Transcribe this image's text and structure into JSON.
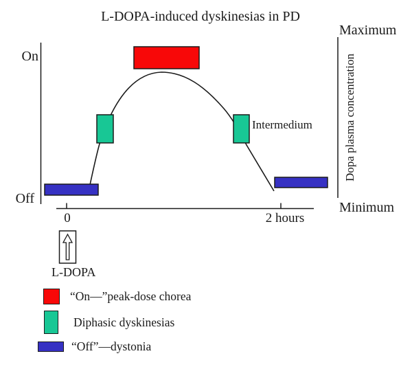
{
  "figure": {
    "title": "L-DOPA-induced dyskinesias in PD",
    "left_axis": {
      "top": "On",
      "bottom": "Off"
    },
    "right_axis": {
      "top": "Maximum",
      "bottom": "Minimum",
      "label": "Dopa plasma concentration"
    },
    "x_axis": {
      "start_tick": "0",
      "end_tick": "2 hours"
    },
    "annotations": {
      "intermedium": "Intermedium",
      "dose": "L-DOPA"
    },
    "icons": {
      "dose_arrow": "up-arrow-icon"
    },
    "colors": {
      "peak_dose_red": "#f80808",
      "diphasic_green": "#18c795",
      "off_dystonia_blue": "#3631c3",
      "line": "#1a1a1a"
    },
    "legend": [
      {
        "label": "“On—”peak-dose chorea",
        "color": "#f80808",
        "swatch": "square"
      },
      {
        "label": "Diphasic dyskinesias",
        "color": "#18c795",
        "swatch": "tall-rect"
      },
      {
        "label": "“Off”—dystonia",
        "color": "#3631c3",
        "swatch": "wide-rect"
      }
    ]
  },
  "chart_data": {
    "type": "line",
    "title": "L-DOPA-induced dyskinesias in PD",
    "xlabel": "hours",
    "ylabel": "Dopa plasma concentration",
    "x_ticks": [
      "0",
      "2 hours"
    ],
    "y_ticks_left": [
      "Off",
      "On"
    ],
    "y_ticks_right": [
      "Minimum",
      "Maximum"
    ],
    "series": [
      {
        "name": "Dopa plasma concentration",
        "x_norm": [
          0.0,
          0.05,
          0.12,
          0.25,
          0.42,
          0.58,
          0.72,
          0.82,
          0.92
        ],
        "y_norm": [
          0.12,
          0.3,
          0.55,
          0.88,
          1.0,
          0.88,
          0.55,
          0.3,
          0.08
        ]
      }
    ],
    "zones": [
      {
        "label": "“On—”peak-dose chorea",
        "position": "peak of curve",
        "color": "#f80808"
      },
      {
        "label": "Diphasic dyskinesias",
        "position": "rising and falling limbs (Intermedium)",
        "color": "#18c795"
      },
      {
        "label": "“Off”—dystonia",
        "position": "baseline before and after dose",
        "color": "#3631c3"
      }
    ],
    "legend_position": "below plot",
    "grid": false
  }
}
